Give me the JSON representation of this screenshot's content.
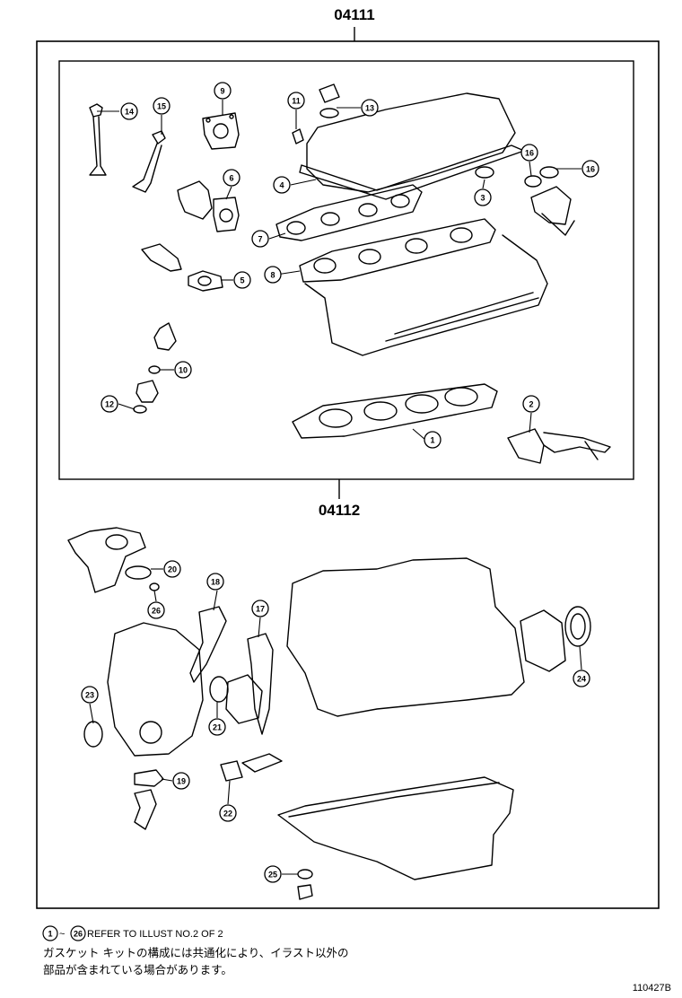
{
  "titles": {
    "upper_kit": "04111",
    "lower_kit": "04112"
  },
  "callouts": [
    "14",
    "15",
    "9",
    "11",
    "13",
    "16",
    "16",
    "6",
    "4",
    "3",
    "7",
    "8",
    "5",
    "10",
    "12",
    "2",
    "1",
    "20",
    "26",
    "18",
    "17",
    "24",
    "23",
    "21",
    "19",
    "22",
    "25"
  ],
  "footer": {
    "range_start": "1",
    "range_sep": "~",
    "range_end": "26",
    "range_text": "REFER TO ILLUST NO.2 OF 2",
    "note_line1": "ガスケット キットの構成には共通化により、イラスト以外の",
    "note_line2": "部品が含まれている場合があります。",
    "ref_code": "110427B"
  }
}
